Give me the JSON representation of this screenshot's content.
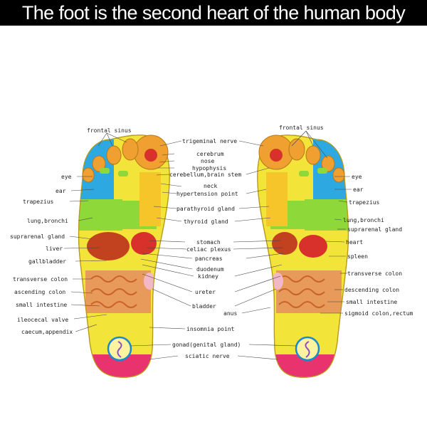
{
  "title": "The foot is the second heart of the human body",
  "labels": {
    "left": {
      "frontal_sinus": "frontal sinus",
      "eye": "eye",
      "ear": "ear",
      "trapezius": "trapezius",
      "lung_bronchi": "lung,bronchi",
      "suprarenal_gland": "suprarenal gland",
      "liver": "liver",
      "gallbladder": "gallbladder",
      "transverse_colon": "transverse colon",
      "ascending_colon": "ascending colon",
      "small_intestine": "small intestine",
      "ileocecal_valve": "ileocecal valve",
      "caecum_appendix": "caecum,appendix"
    },
    "center": {
      "trigeminal_nerve": "trigeminal nerve",
      "cerebrum": "cerebrum",
      "nose": "nose",
      "hypophysis": "hypophysis",
      "cerebellum_brain_stem": "cerebellum,brain stem",
      "neck": "neck",
      "hypertension_point": "hypertension point",
      "parathyroid_gland": "parathyroid gland",
      "thyroid_gland": "thyroid gland",
      "stomach": "stomach",
      "celiac_plexus": "celiac plexus",
      "pancreas": "pancreas",
      "duodenum": "duodenum",
      "kidney": "kidney",
      "ureter": "ureter",
      "bladder": "bladder",
      "anus": "anus",
      "insomnia_point": "insomnia point",
      "gonad": "gonad(genital gland)",
      "sciatic_nerve": "sciatic nerve"
    },
    "right": {
      "frontal_sinus": "frontal sinus",
      "eye": "eye",
      "ear": "ear",
      "trapezius": "trapezius",
      "lung_bronchi": "lung,bronchi",
      "suprarenal_gland": "suprarenal gland",
      "heart": "heart",
      "spleen": "spleen",
      "transverse_colon": "transverse colon",
      "descending_colon": "descending colon",
      "small_intestine": "small intestine",
      "sigmoid_colon_rectum": "sigmoid colon,rectum"
    }
  },
  "colors": {
    "title_bg": "#000000",
    "title_text": "#ffffff",
    "sole": "#f3e43a",
    "toe": "#f0a030",
    "lung": "#8ed83a",
    "red": "#d8302a",
    "pink": "#e8336e",
    "purple": "#8a4fc8",
    "intestine": "#e89a5a"
  }
}
